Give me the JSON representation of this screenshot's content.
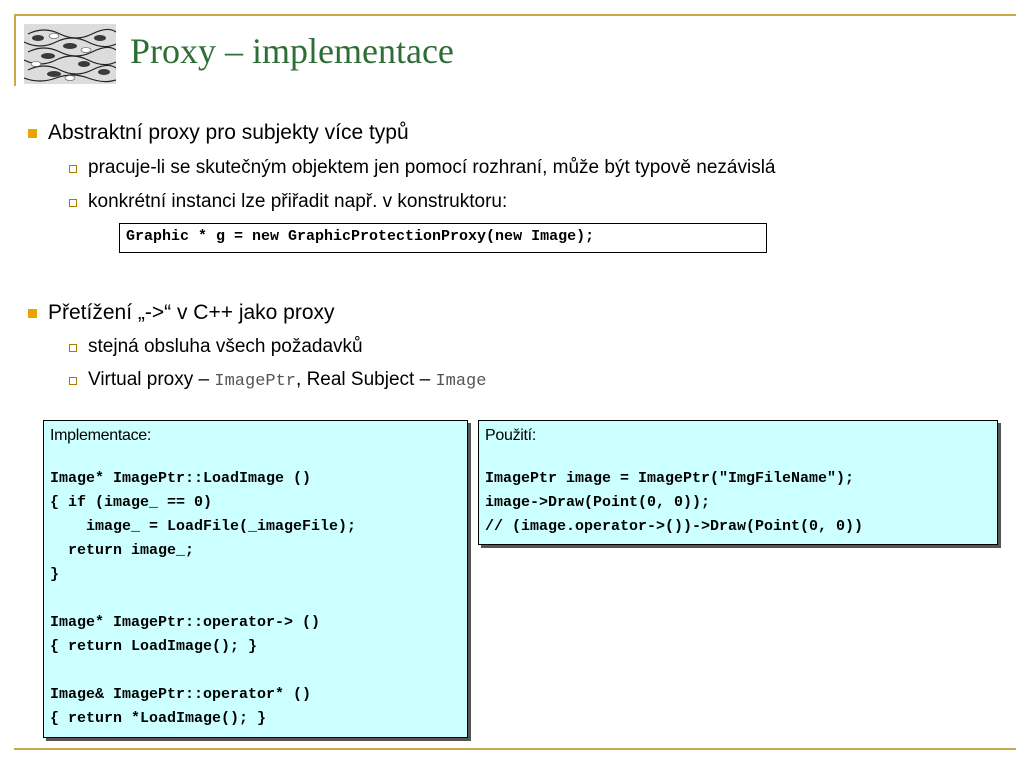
{
  "title": "Proxy – implementace",
  "bullets": [
    {
      "text": "Abstraktní proxy pro subjekty více typů",
      "sub": [
        "pracuje-li se skutečným objektem jen pomocí rozhraní, může být typově nezávislá",
        "konkrétní instanci lze přiřadit např. v konstruktoru:"
      ],
      "code": "Graphic * g = new GraphicProtectionProxy(new Image);"
    },
    {
      "text": "Přetížení „->“ v C++ jako proxy",
      "sub": [
        "stejná obsluha všech požadavků"
      ],
      "virtual": {
        "prefix": "Virtual proxy – ",
        "proxy_class": "ImagePtr",
        "middle": ", Real Subject – ",
        "subject_class": "Image"
      }
    }
  ],
  "panels": {
    "implementation": {
      "header": "Implementace:",
      "code": "Image* ImagePtr::LoadImage ()\n{ if (image_ == 0)\n    image_ = LoadFile(_imageFile);\n  return image_;\n}\n\nImage* ImagePtr::operator-> ()\n{ return LoadImage(); }\n\nImage& ImagePtr::operator* ()\n{ return *LoadImage(); }"
    },
    "usage": {
      "header": "Použití:",
      "code": "ImagePtr image = ImagePtr(\"ImgFileName\");\nimage->Draw(Point(0, 0));\n// (image.operator->())->Draw(Point(0, 0))"
    }
  },
  "colors": {
    "title": "#2e6e36",
    "accent": "#c8a84a",
    "bullet": "#e8a400",
    "panel_bg": "#ccffff"
  }
}
